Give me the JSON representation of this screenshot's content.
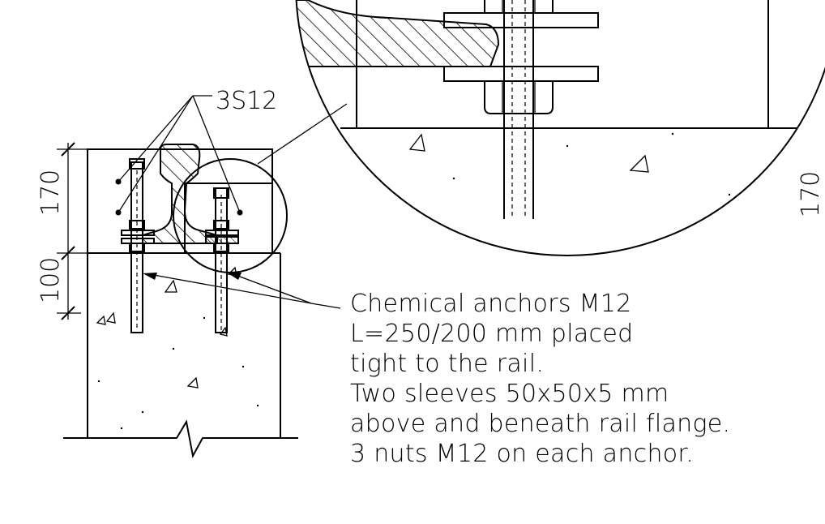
{
  "labels": {
    "sleeve_ref": "3S12",
    "dim_top": "170",
    "dim_bottom": "100",
    "dim_detail_partial": "170"
  },
  "note": {
    "lines": [
      "Chemical anchors M12",
      "L=250/200 mm placed",
      "tight to the rail.",
      "Two sleeves 50x50x5 mm",
      "above and beneath rail flange.",
      "3 nuts M12 on each anchor."
    ]
  }
}
